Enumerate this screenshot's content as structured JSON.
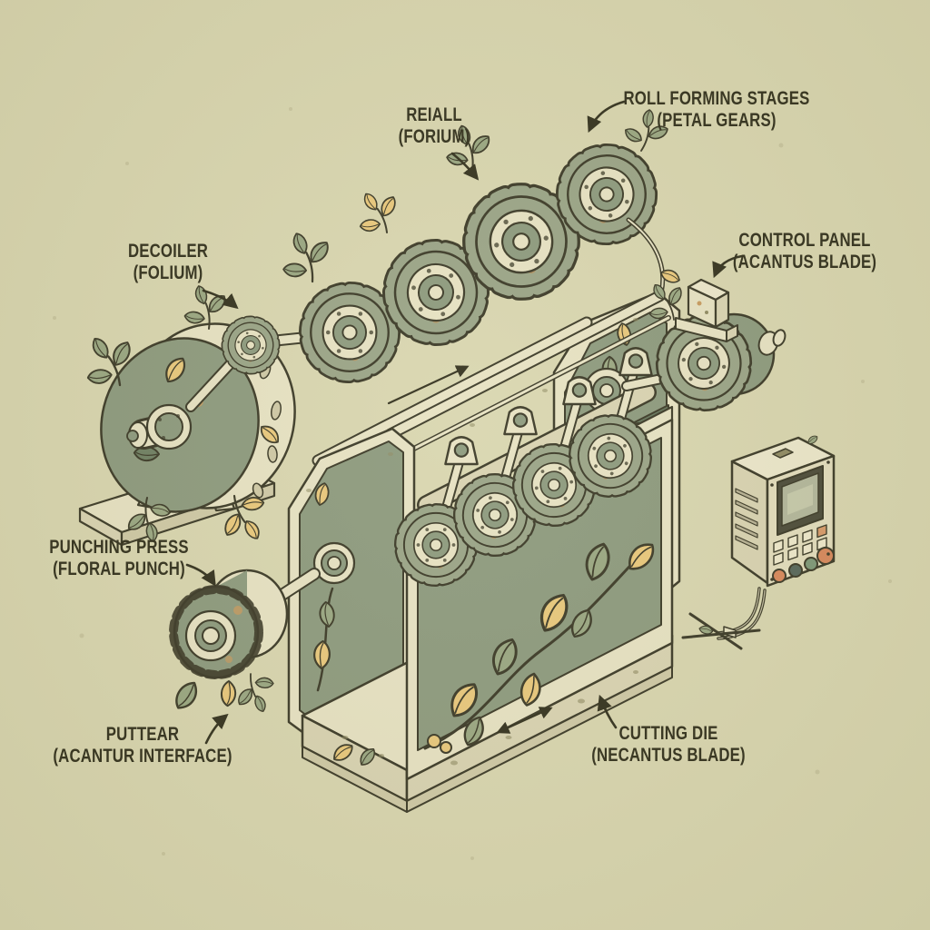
{
  "labels": [
    {
      "id": "decoiler",
      "line1": "DECOILER",
      "line2": "(FOLIUM)"
    },
    {
      "id": "reiall",
      "line1": "REIALL",
      "line2": "(FORIUM)"
    },
    {
      "id": "roll-forming-stages",
      "line1": "ROLL FORMING STAGES",
      "line2": "(PETAL GEARS)"
    },
    {
      "id": "control-panel",
      "line1": "CONTROL PANEL",
      "line2": "(ACANTUS BLADE)"
    },
    {
      "id": "punching-press",
      "line1": "PUNCHING PRESS",
      "line2": "(FLORAL PUNCH)"
    },
    {
      "id": "puttear",
      "line1": "PUTTEAR",
      "line2": "(ACANTUR INTERFACE)"
    },
    {
      "id": "cutting-die",
      "line1": "CUTTING DIE",
      "line2": "(NECANTUS BLADE)"
    }
  ],
  "colors": {
    "background": "#d9d6b0",
    "ink": "#3c3a28",
    "cream": "#e7e2c3",
    "cream_shade": "#d9d3b2",
    "sage": "#8d9a7e",
    "sage_dark": "#66765c",
    "sage_light": "#9aa487",
    "leaf_yellow": "#e9c87c",
    "leaf_green": "#9aa782",
    "rust": "#c79a5f",
    "button_orange": "#d8885c",
    "button_green": "#7d9878",
    "screen": "#b3b79c"
  }
}
